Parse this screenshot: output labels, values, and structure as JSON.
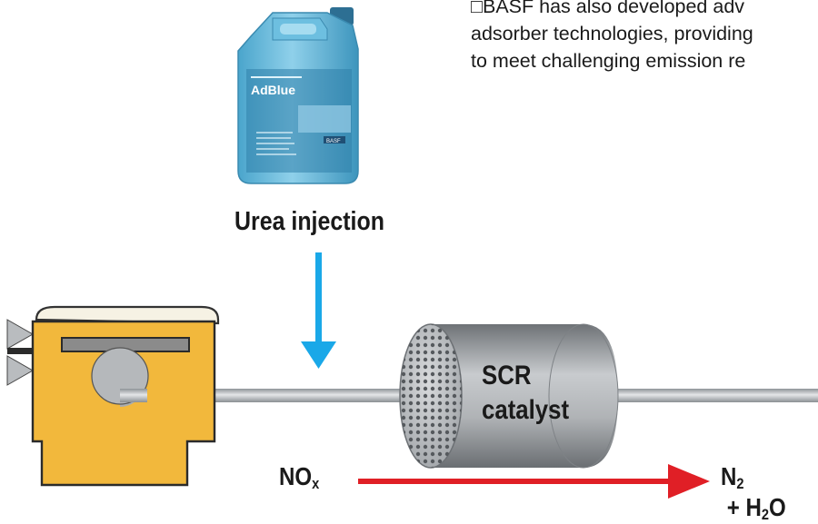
{
  "caption": {
    "lines": [
      "□BASF has also developed adv",
      "adsorber technologies, providing",
      "to meet challenging emission re"
    ]
  },
  "product_label": {
    "brand": "AdBlue",
    "maker": "BASF"
  },
  "labels": {
    "urea_injection": "Urea injection",
    "scr_line1": "SCR",
    "scr_line2": "catalyst",
    "nox_main": "NO",
    "nox_sub": "x",
    "out_n": "N",
    "out_n_sub": "2",
    "out_plus_h": " + H",
    "out_h_sub": "2",
    "out_o": "O"
  },
  "colors": {
    "injection_arrow": "#1aa8e8",
    "reaction_arrow": "#e01f26",
    "engine_body": "#f2b83c",
    "pipe": "#a9adb1",
    "catalyst": "#9a9ea2",
    "canister": "#5fb6d8"
  }
}
